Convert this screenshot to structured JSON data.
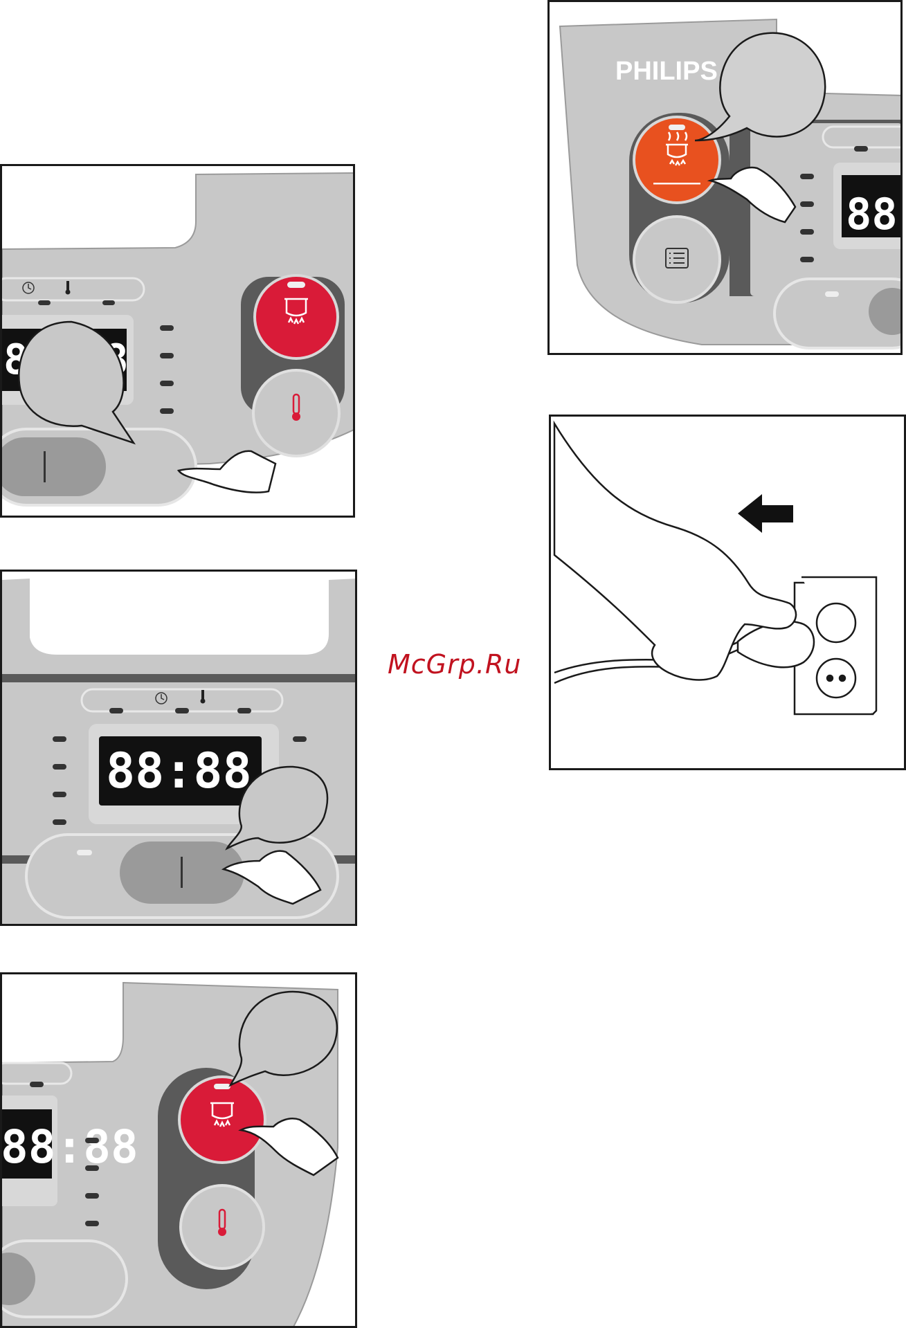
{
  "watermark": "McGrp.Ru",
  "brand": "PHILIPS",
  "display_digits": "88:88",
  "colors": {
    "panel_grey": "#c8c8c8",
    "dark_grey": "#5a5a5a",
    "cook_button_red": "#d91b38",
    "cook_button_orange": "#e8511f",
    "display_black": "#111111"
  },
  "panels": [
    {
      "step": "press-start-button",
      "icons": [
        "clock-icon",
        "thermometer-icon",
        "cook-pot-icon",
        "hand-pointer-icon",
        "speech-bubble"
      ]
    },
    {
      "step": "press-cook-button",
      "icons": [
        "steam-pot-icon",
        "menu-list-icon",
        "hand-pointer-icon",
        "speech-bubble"
      ]
    },
    {
      "step": "press-start-button-display",
      "icons": [
        "clock-icon",
        "thermometer-icon",
        "hand-pointer-icon",
        "speech-bubble"
      ]
    },
    {
      "step": "unplug-power-cord",
      "icons": [
        "arrow-left-icon",
        "wall-socket-icon",
        "hand-icon",
        "plug-icon"
      ]
    },
    {
      "step": "press-keep-warm-button",
      "icons": [
        "cook-pot-icon",
        "thermometer-icon",
        "hand-pointer-icon",
        "speech-bubble"
      ]
    }
  ]
}
